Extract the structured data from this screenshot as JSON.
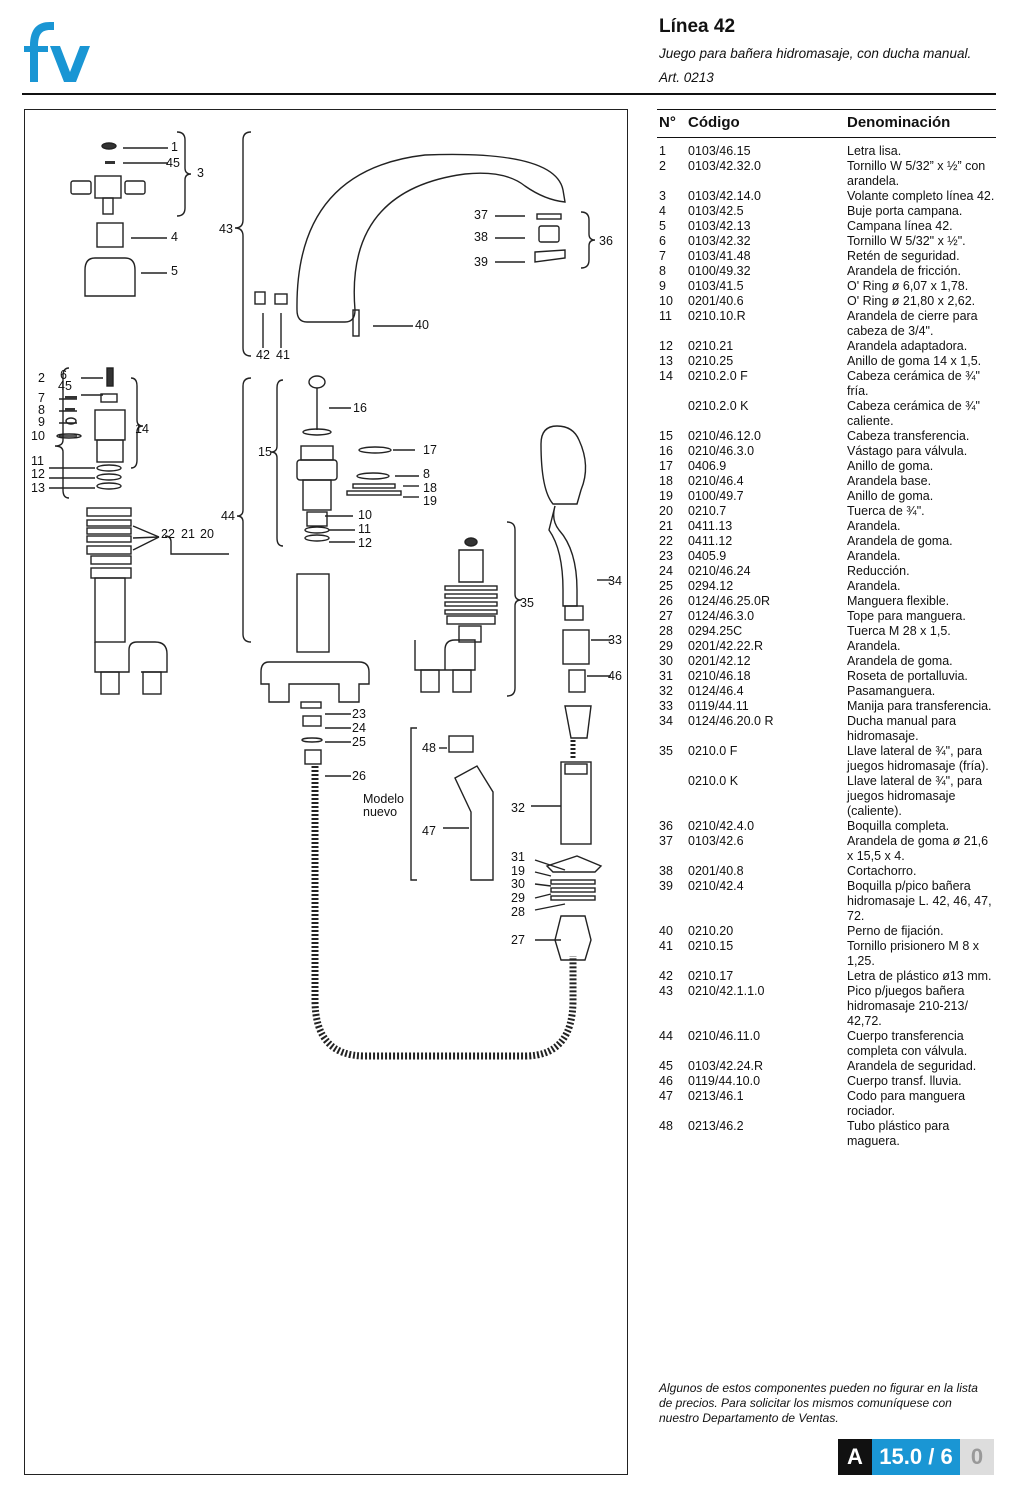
{
  "brand": {
    "logo_text": "fv",
    "color": "#1a96d4"
  },
  "header": {
    "title": "Línea 42",
    "subtitle": "Juego para bañera hidromasaje, con ducha manual.",
    "article": "Art. 0213"
  },
  "table": {
    "headers": {
      "n": "N°",
      "code": "Código",
      "name": "Denominación"
    },
    "rows": [
      {
        "n": "1",
        "code": "0103/46.15",
        "name": "Letra lisa."
      },
      {
        "n": "2",
        "code": "0103/42.32.0",
        "name": "Tornillo W 5/32” x ½” con arandela."
      },
      {
        "n": "3",
        "code": "0103/42.14.0",
        "name": "Volante completo línea 42."
      },
      {
        "n": "4",
        "code": "0103/42.5",
        "name": "Buje porta campana."
      },
      {
        "n": "5",
        "code": "0103/42.13",
        "name": "Campana línea 42."
      },
      {
        "n": "6",
        "code": "0103/42.32",
        "name": "Tornillo W 5/32\" x ½\"."
      },
      {
        "n": "7",
        "code": "0103/41.48",
        "name": "Retén de seguridad."
      },
      {
        "n": "8",
        "code": "0100/49.32",
        "name": "Arandela de fricción."
      },
      {
        "n": "9",
        "code": "0103/41.5",
        "name": "O' Ring ø 6,07 x 1,78."
      },
      {
        "n": "10",
        "code": "0201/40.6",
        "name": "O' Ring ø 21,80 x 2,62."
      },
      {
        "n": "11",
        "code": "0210.10.R",
        "name": "Arandela de cierre para cabeza de 3/4\"."
      },
      {
        "n": "12",
        "code": "0210.21",
        "name": "Arandela adaptadora."
      },
      {
        "n": "13",
        "code": "0210.25",
        "name": "Anillo de goma 14 x 1,5."
      },
      {
        "n": "14",
        "code": "0210.2.0 F",
        "name": "Cabeza cerámica de ¾\" fría."
      },
      {
        "n": "",
        "code": "0210.2.0 K",
        "name": "Cabeza cerámica de ¾\" caliente."
      },
      {
        "n": "15",
        "code": "0210/46.12.0",
        "name": "Cabeza transferencia."
      },
      {
        "n": "16",
        "code": "0210/46.3.0",
        "name": "Vástago para válvula."
      },
      {
        "n": "17",
        "code": "0406.9",
        "name": "Anillo de goma."
      },
      {
        "n": "18",
        "code": "0210/46.4",
        "name": "Arandela base."
      },
      {
        "n": "19",
        "code": "0100/49.7",
        "name": "Anillo de goma."
      },
      {
        "n": "20",
        "code": "0210.7",
        "name": "Tuerca de ¾\"."
      },
      {
        "n": "21",
        "code": "0411.13",
        "name": "Arandela."
      },
      {
        "n": "22",
        "code": "0411.12",
        "name": "Arandela de goma."
      },
      {
        "n": "23",
        "code": "0405.9",
        "name": "Arandela."
      },
      {
        "n": "24",
        "code": "0210/46.24",
        "name": "Reducción."
      },
      {
        "n": "25",
        "code": "0294.12",
        "name": "Arandela."
      },
      {
        "n": "26",
        "code": "0124/46.25.0R",
        "name": "Manguera flexible."
      },
      {
        "n": "27",
        "code": "0124/46.3.0",
        "name": "Tope para manguera."
      },
      {
        "n": "28",
        "code": "0294.25C",
        "name": "Tuerca M 28 x 1,5."
      },
      {
        "n": "29",
        "code": "0201/42.22.R",
        "name": "Arandela."
      },
      {
        "n": "30",
        "code": "0201/42.12",
        "name": "Arandela de goma."
      },
      {
        "n": "31",
        "code": "0210/46.18",
        "name": "Roseta de portalluvia."
      },
      {
        "n": "32",
        "code": "0124/46.4",
        "name": "Pasamanguera."
      },
      {
        "n": "33",
        "code": "0119/44.11",
        "name": "Manija para transferencia."
      },
      {
        "n": "34",
        "code": "0124/46.20.0 R",
        "name": "Ducha manual para hidromasaje."
      },
      {
        "n": "35",
        "code": "0210.0 F",
        "name": "Llave lateral de ¾\", para juegos hidromasaje (fría)."
      },
      {
        "n": "",
        "code": "0210.0 K",
        "name": "Llave lateral de ¾\", para juegos hidromasaje (caliente)."
      },
      {
        "n": "36",
        "code": "0210/42.4.0",
        "name": "Boquilla completa."
      },
      {
        "n": "37",
        "code": "0103/42.6",
        "name": "Arandela de goma ø 21,6 x 15,5 x 4."
      },
      {
        "n": "38",
        "code": "0201/40.8",
        "name": "Cortachorro."
      },
      {
        "n": "39",
        "code": "0210/42.4",
        "name": "Boquilla p/pico bañera hidromasaje L. 42, 46, 47, 72."
      },
      {
        "n": "40",
        "code": "0210.20",
        "name": "Perno de fijación."
      },
      {
        "n": "41",
        "code": "0210.15",
        "name": "Tornillo prisionero M 8 x 1,25."
      },
      {
        "n": "42",
        "code": "0210.17",
        "name": "Letra de plástico ø13 mm."
      },
      {
        "n": "43",
        "code": "0210/42.1.1.0",
        "name": "Pico p/juegos bañera hidromasaje 210-213/ 42,72."
      },
      {
        "n": "44",
        "code": "0210/46.11.0",
        "name": "Cuerpo transferencia completa con válvula."
      },
      {
        "n": "45",
        "code": "0103/42.24.R",
        "name": "Arandela de seguridad."
      },
      {
        "n": "46",
        "code": "0119/44.10.0",
        "name": "Cuerpo transf. lluvia."
      },
      {
        "n": "47",
        "code": "0213/46.1",
        "name": "Codo para manguera rociador."
      },
      {
        "n": "48",
        "code": "0213/46.2",
        "name": "Tubo plástico para maguera."
      }
    ]
  },
  "diagram": {
    "callouts": {
      "c1": "1",
      "c45": "45",
      "c3": "3",
      "c4": "4",
      "c5": "5",
      "c43": "43",
      "c37": "37",
      "c38": "38",
      "c39": "39",
      "c36": "36",
      "c40": "40",
      "c42": "42",
      "c41": "41",
      "c2": "2",
      "c6": "6",
      "c45b": "45",
      "c7": "7",
      "c8": "8",
      "c9": "9",
      "c10": "10",
      "c14": "14",
      "c11": "11",
      "c12": "12",
      "c13": "13",
      "c22": "22",
      "c21": "21",
      "c20": "20",
      "c15": "15",
      "c16": "16",
      "c17": "17",
      "c8b": "8",
      "c18": "18",
      "c19": "19",
      "c44": "44",
      "c10b": "10",
      "c11b": "11",
      "c12b": "12",
      "c34": "34",
      "c35": "35",
      "c33": "33",
      "c46": "46",
      "c23": "23",
      "c24": "24",
      "c25": "25",
      "c26": "26",
      "c48": "48",
      "c47": "47",
      "c32": "32",
      "c31": "31",
      "c19b": "19",
      "c30": "30",
      "c29": "29",
      "c28": "28",
      "c27": "27",
      "model_new": "Modelo nuevo"
    }
  },
  "footnote": "Algunos de estos componentes pueden no figurar en la lista de precios. Para solicitar los mismos comuníquese con nuestro Departamento de Ventas.",
  "page_badge": {
    "letter": "A",
    "number": "15.0 / 6",
    "suffix": "0"
  }
}
